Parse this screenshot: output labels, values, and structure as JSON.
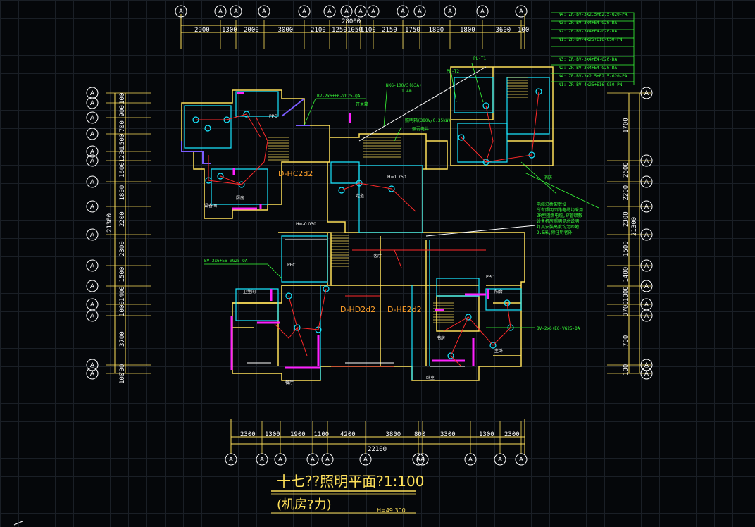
{
  "drawing": {
    "title_line1": "十七??照明平面?1:100",
    "title_line2": "(机房?力)",
    "elevation_note": "H=49.300"
  },
  "axis_label": "A",
  "top_dims": {
    "total": "28000",
    "segments": [
      "2900",
      "1300",
      "2000",
      "3000",
      "2100",
      "1250",
      "1050",
      "1100",
      "2150",
      "1750",
      "1800",
      "1800",
      "3600",
      "100"
    ]
  },
  "bottom_dims": {
    "total": "22100",
    "segments": [
      "2300",
      "1300",
      "1900",
      "1100",
      "4200",
      "3800",
      "800",
      "3300",
      "1300",
      "2300"
    ]
  },
  "left_dims": {
    "total": "21300",
    "segments": [
      "100",
      "900",
      "700",
      "1500",
      "1200",
      "1600",
      "1800",
      "2200",
      "2300",
      "1500",
      "1400",
      "1000",
      "3700",
      "700",
      "100"
    ]
  },
  "right_dims": {
    "total": "21300",
    "segments": [
      "1700",
      "2600",
      "2200",
      "2300",
      "1500",
      "1400",
      "1000",
      "3700",
      "700",
      "100"
    ]
  },
  "unit_labels": {
    "u1": "D-HC2d2",
    "u2": "D-HD2d2",
    "u3": "D-HE2d2"
  },
  "levels": {
    "lvl1": "H=-0.030",
    "lvl2": "H=1.750"
  },
  "legend_lines": [
    "N4: ZR-BV-3x2.5+E2.5-G20-PA",
    "N3: ZR-BV-3x4+E4-G20-DA",
    "N2: ZR-BV-3x4+E4-G20-DA",
    "N1: ZR-BV-4x25+E16-G50-PN",
    "N3: ZR-BV-3x4+E4-G20-DA",
    "N2: ZR-BV-3x4+E4-G20-DA",
    "N4: ZR-BV-3x2.5+E2.5-G20-PA",
    "N1: ZR-BV-4x25+E16-G50-PN"
  ],
  "annotations": {
    "cable1": "BV-2x6+E6-VG25-QA",
    "cable2": "BV-2x6+E6-VG25-QA",
    "cable3": "BV-2x6+E6-VG25-QA",
    "pl1": "PL-T1",
    "pl2": "PL-T2",
    "meter": "HKG-100/3(63A)",
    "height": "1.4m",
    "ppc1": "PPC",
    "ppc2": "PPC",
    "ppc3": "PPC",
    "area1": "开关箱",
    "area2": "强弱电井",
    "room_a": "设备间",
    "room_b": "走道",
    "room_c": "厨房",
    "room_d": "卫生间",
    "room_e": "客厅",
    "room_f": "餐厅",
    "room_g": "卧室",
    "room_h": "阳台",
    "room_i": "书房",
    "room_j": "主卧"
  },
  "green_notes": [
    "照明箱(380V/0.35kW)",
    "HKG-100/3(63A)",
    "1.4m",
    "消防",
    "电缆沿桥架敷设",
    "所有照明回路电缆均采用",
    "ZR型阻燃电缆,穿管暗敷",
    "设备机房照明见总说明",
    "灯具安装高度均为距地",
    "2.5米,除注明者外"
  ],
  "colors": {
    "wall": "#ffe15a",
    "cyan": "#19e6ff",
    "red": "#ff2a2a",
    "magenta": "#ff1fff",
    "green": "#39ff39",
    "orange": "#ffa02a",
    "white": "#ffffff",
    "purple": "#7b5cff"
  }
}
